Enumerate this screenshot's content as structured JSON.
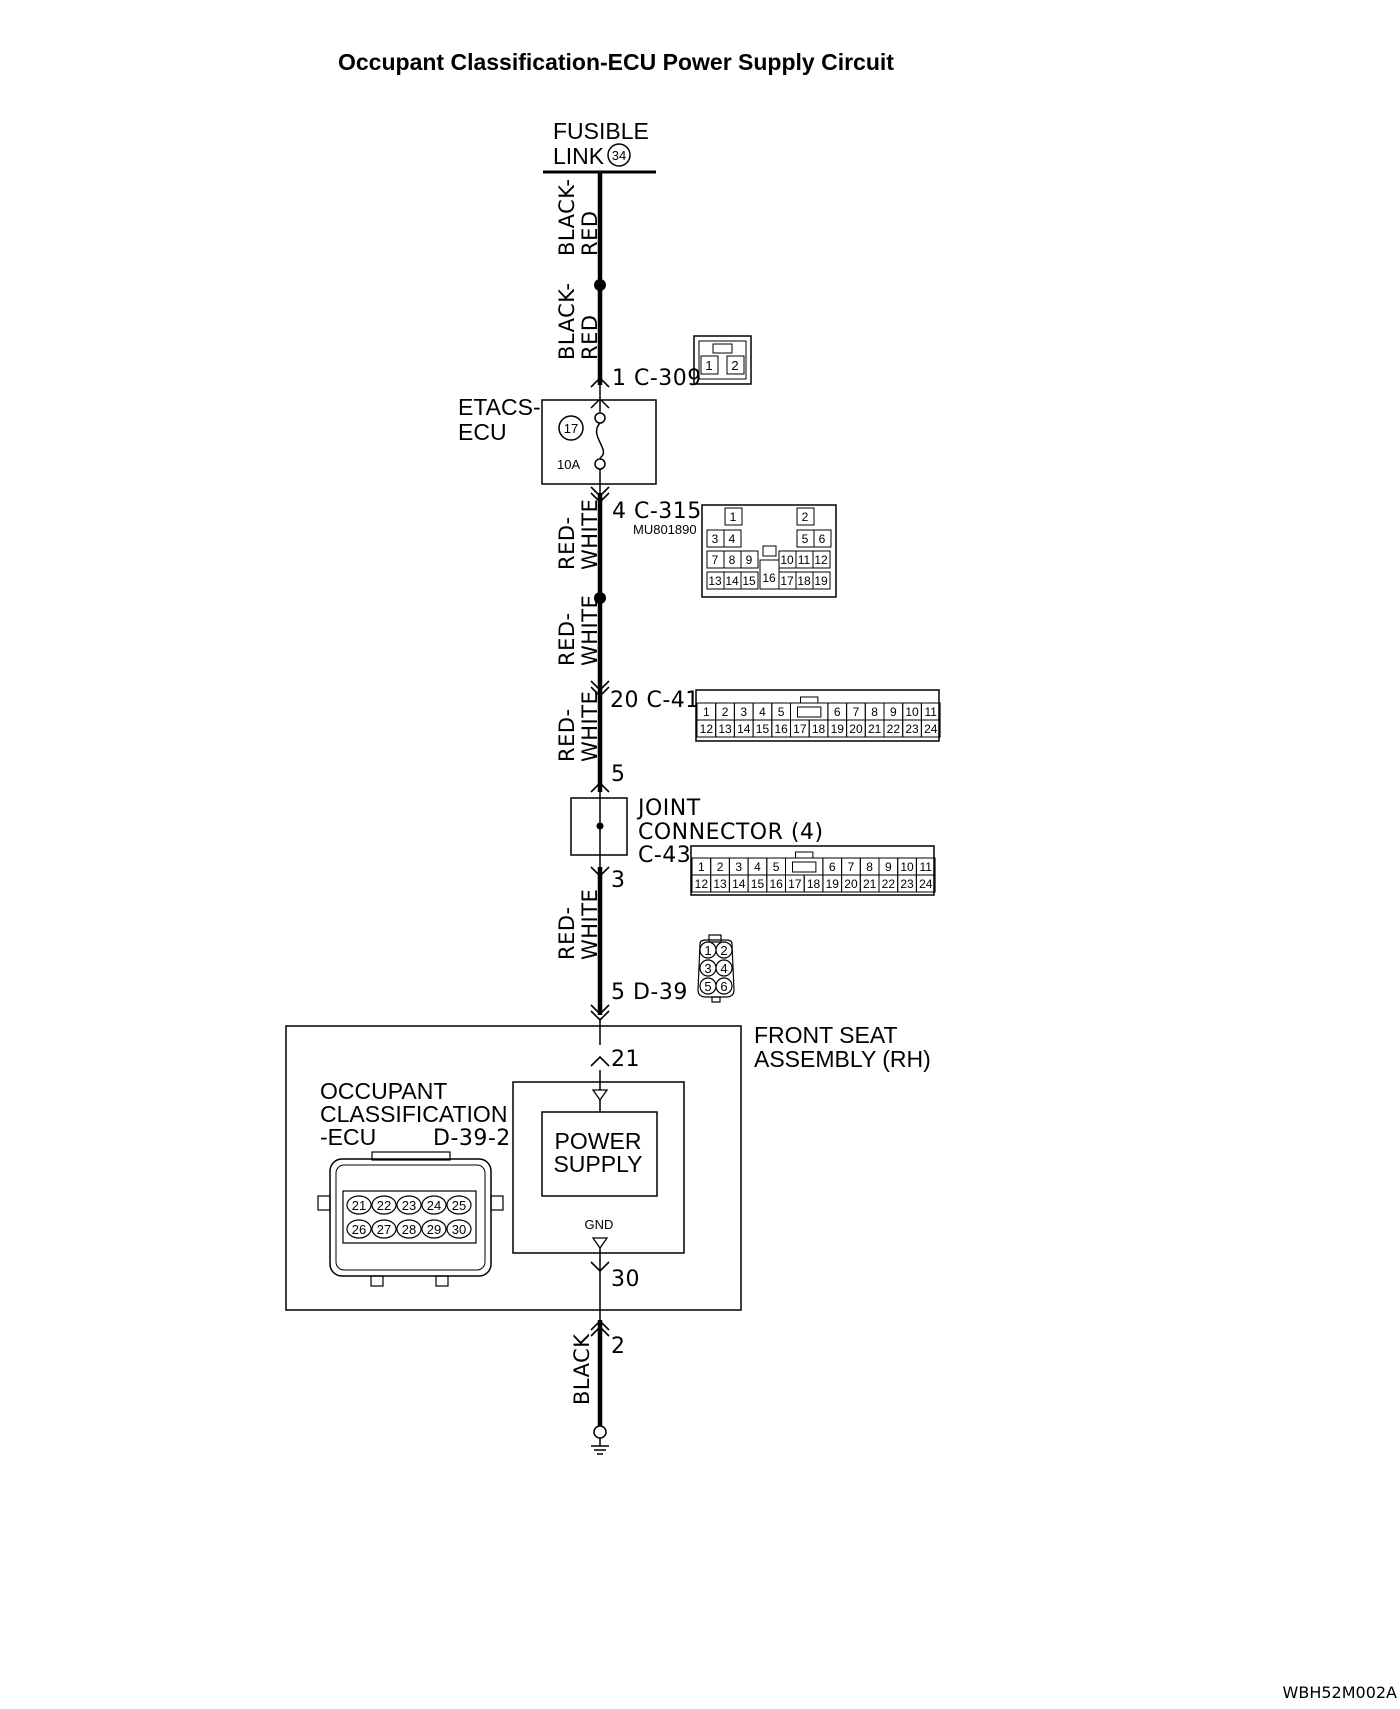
{
  "title": "Occupant Classification-ECU Power Supply Circuit",
  "fusible_link": {
    "line1": "FUSIBLE",
    "line2": "LINK",
    "number": "34"
  },
  "wires": {
    "w1": {
      "line1": "BLACK-",
      "line2": "RED"
    },
    "w2": {
      "line1": "BLACK-",
      "line2": "RED"
    },
    "w3": {
      "line1": "RED-",
      "line2": "WHITE"
    },
    "w4": {
      "line1": "RED-",
      "line2": "WHITE"
    },
    "w5": {
      "line1": "RED-",
      "line2": "WHITE"
    },
    "w6": {
      "line1": "RED-",
      "line2": "WHITE"
    },
    "w7": {
      "line1": "BLACK"
    }
  },
  "etacs": {
    "line1": "ETACS-",
    "line2": "ECU",
    "fuse_number": "17",
    "fuse_rating": "10A"
  },
  "connectors": {
    "c309": {
      "label": "1  C-309",
      "pins": [
        "1",
        "2"
      ]
    },
    "c315": {
      "label": "4  C-315",
      "part": "MU801890",
      "pins": [
        "1",
        "2",
        "3",
        "4",
        "5",
        "6",
        "7",
        "8",
        "9",
        "10",
        "11",
        "12",
        "13",
        "14",
        "15",
        "16",
        "17",
        "18",
        "19"
      ]
    },
    "c41": {
      "label": "20  C-41",
      "row1": [
        "1",
        "2",
        "3",
        "4",
        "5",
        "6",
        "7",
        "8",
        "9",
        "10",
        "11"
      ],
      "row2": [
        "12",
        "13",
        "14",
        "15",
        "16",
        "17",
        "18",
        "19",
        "20",
        "21",
        "22",
        "23",
        "24"
      ]
    },
    "c43": {
      "label": "C-43",
      "row1": [
        "1",
        "2",
        "3",
        "4",
        "5",
        "6",
        "7",
        "8",
        "9",
        "10",
        "11"
      ],
      "row2": [
        "12",
        "13",
        "14",
        "15",
        "16",
        "17",
        "18",
        "19",
        "20",
        "21",
        "22",
        "23",
        "24"
      ]
    },
    "d39": {
      "label": "5  D-39",
      "pins": [
        "1",
        "2",
        "3",
        "4",
        "5",
        "6"
      ]
    },
    "d39_2": {
      "label": "D-39-2",
      "row1": [
        "21",
        "22",
        "23",
        "24",
        "25"
      ],
      "row2": [
        "26",
        "27",
        "28",
        "29",
        "30"
      ]
    }
  },
  "joint_connector": {
    "line1": "JOINT",
    "line2": "CONNECTOR (4)",
    "pin_in": "5",
    "pin_out": "3"
  },
  "front_seat": {
    "line1": "FRONT SEAT",
    "line2": "ASSEMBLY (RH)"
  },
  "occupant_ecu": {
    "line1": "OCCUPANT",
    "line2": "CLASSIFICATION",
    "line3": "-ECU"
  },
  "power_supply": {
    "line1": "POWER",
    "line2": "SUPPLY",
    "gnd": "GND"
  },
  "pins": {
    "p21": "21",
    "p30": "30",
    "p2": "2"
  },
  "figure_code": "WBH52M002A"
}
